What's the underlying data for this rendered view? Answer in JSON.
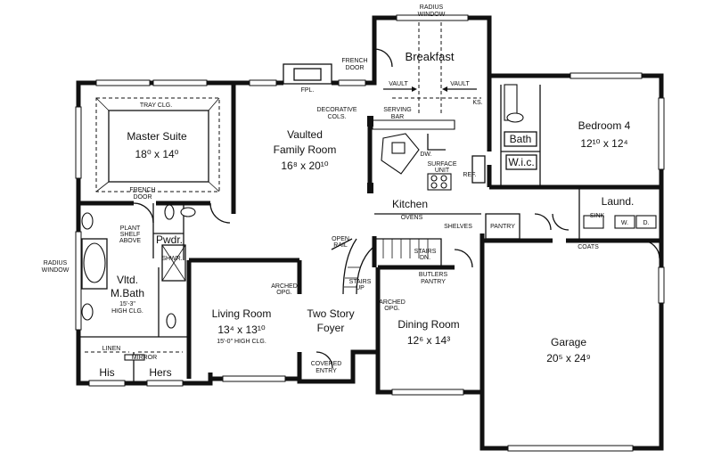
{
  "rooms": {
    "master_suite": {
      "name": "Master Suite",
      "dim": "18⁰ x 14⁰"
    },
    "vaulted_family": {
      "name1": "Vaulted",
      "name2": "Family Room",
      "dim": "16⁸ x 20¹⁰"
    },
    "breakfast": {
      "name": "Breakfast"
    },
    "bedroom4": {
      "name": "Bedroom 4",
      "dim": "12¹⁰ x 12⁴"
    },
    "bath": {
      "name": "Bath"
    },
    "wic": {
      "name": "W.i.c."
    },
    "kitchen": {
      "name": "Kitchen"
    },
    "laundry": {
      "name": "Laund."
    },
    "powder": {
      "name": "Pwdr."
    },
    "vltd_mbath": {
      "name1": "Vltd.",
      "name2": "M.Bath",
      "note1": "15'-3\"",
      "note2": "HIGH CLG."
    },
    "living": {
      "name": "Living Room",
      "dim": "13⁴ x 13¹⁰",
      "note": "15'-0\" HIGH CLG."
    },
    "foyer": {
      "name1": "Two Story",
      "name2": "Foyer"
    },
    "dining": {
      "name": "Dining Room",
      "dim": "12⁶ x 14³"
    },
    "garage": {
      "name": "Garage",
      "dim": "20⁵ x 24⁹"
    },
    "his": {
      "name": "His"
    },
    "hers": {
      "name": "Hers"
    }
  },
  "labels": {
    "radius_window_top1": "RADIUS",
    "radius_window_top2": "WINDOW",
    "french_door_top1": "FRENCH",
    "french_door_top2": "DOOR",
    "fpl": "FPL.",
    "vault_left": "VAULT",
    "vault_right": "VAULT",
    "ks": "KS.",
    "tray_clg": "TRAY CLG.",
    "decorative_cols1": "DECORATIVE",
    "decorative_cols2": "COLS.",
    "serving_bar1": "SERVING",
    "serving_bar2": "BAR",
    "dw": "DW.",
    "surface_unit1": "SURFACE",
    "surface_unit2": "UNIT",
    "ref": "REF.",
    "french_door_mid1": "FRENCH",
    "french_door_mid2": "DOOR",
    "ovens": "OVENS",
    "shelves": "SHELVES",
    "pantry": "PANTRY",
    "sink": "SINK",
    "w": "W.",
    "d": "D.",
    "coats": "COATS",
    "plant_shelf1": "PLANT",
    "plant_shelf2": "SHELF",
    "plant_shelf3": "ABOVE",
    "shwr": "SHWR.",
    "open_rail1": "OPEN",
    "open_rail2": "RAIL",
    "stairs_dn1": "STAIRS",
    "stairs_dn2": "DN.",
    "stairs_up1": "STAIRS",
    "stairs_up2": "UP",
    "butlers_pantry1": "BUTLERS",
    "butlers_pantry2": "PANTRY",
    "radius_window_left1": "RADIUS",
    "radius_window_left2": "WINDOW",
    "arched_opg_living1": "ARCHED",
    "arched_opg_living2": "OPG.",
    "arched_opg_dining1": "ARCHED",
    "arched_opg_dining2": "OPG.",
    "linen": "LINEN",
    "mirror": "MIRROR",
    "covered_entry1": "COVERED",
    "covered_entry2": "ENTRY"
  }
}
